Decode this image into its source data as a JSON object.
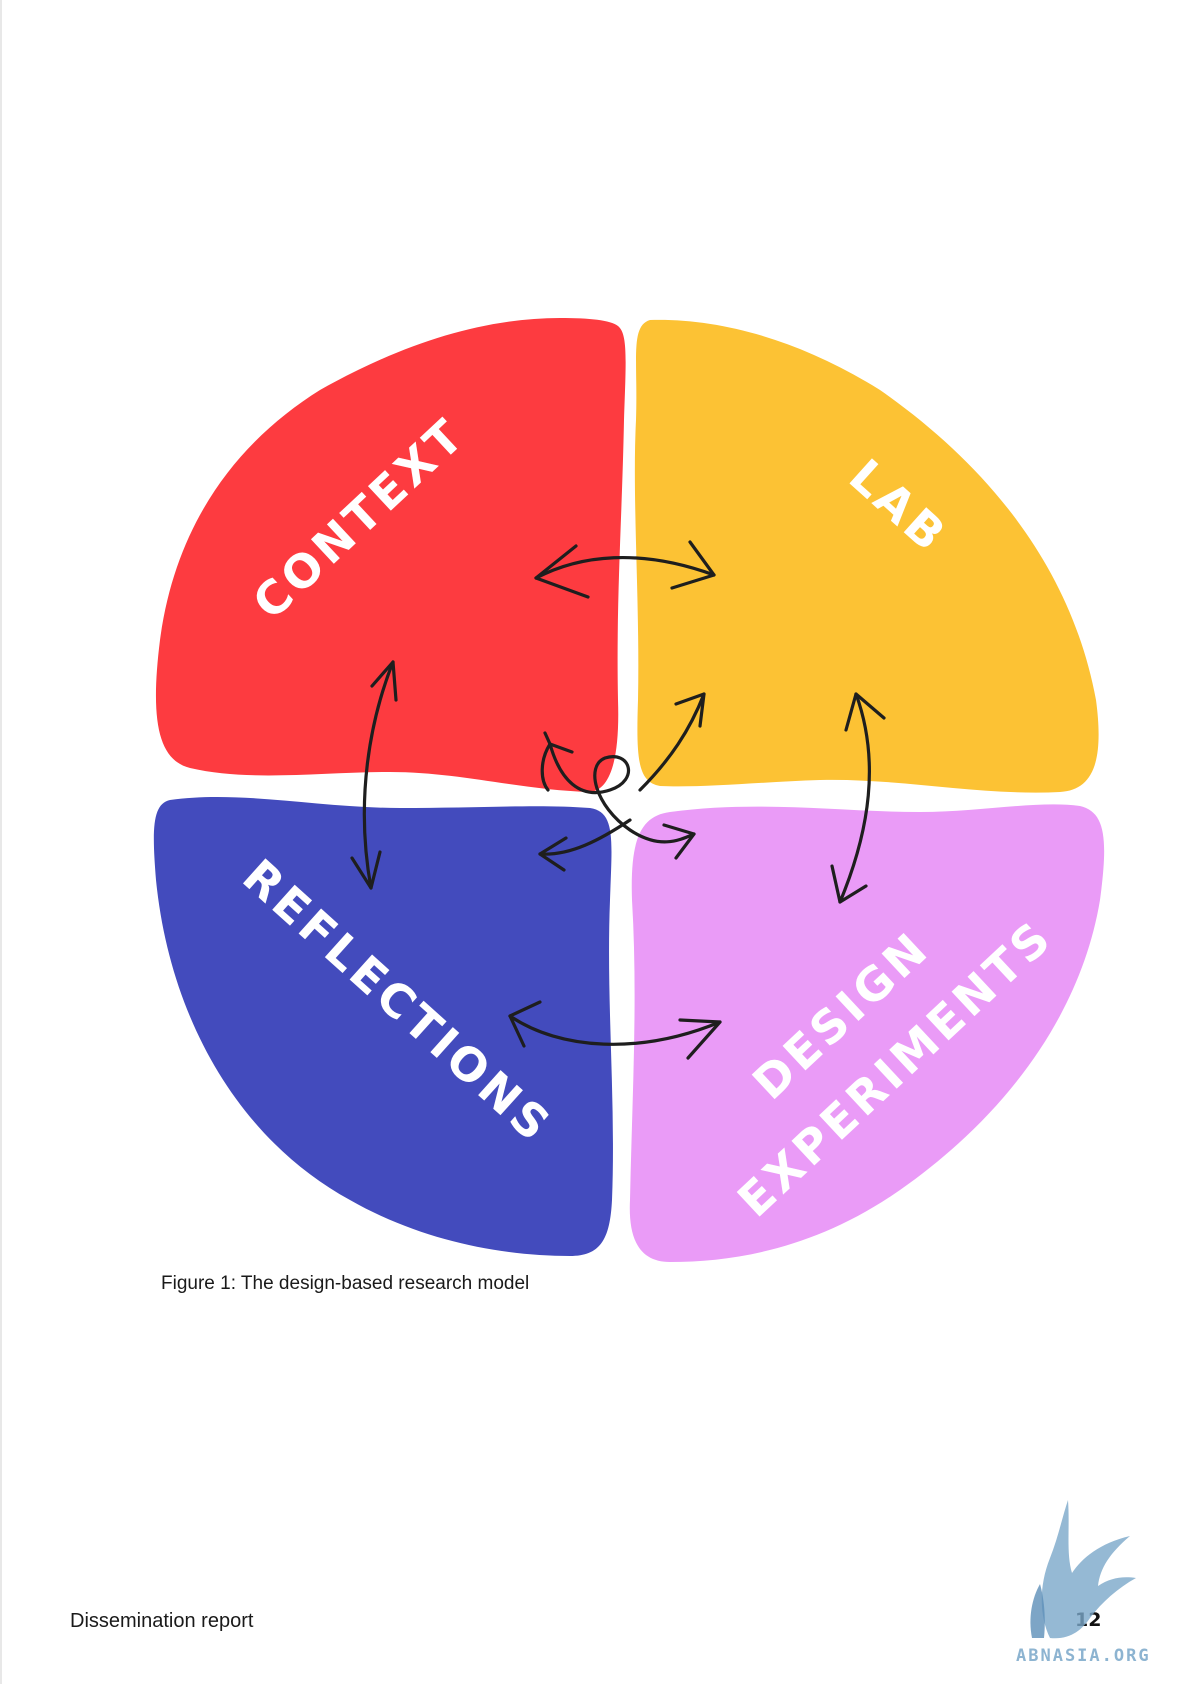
{
  "diagram": {
    "quadrants": [
      {
        "id": "context",
        "label": "CONTEXT",
        "color": "#fd3b40"
      },
      {
        "id": "lab",
        "label": "LAB",
        "color": "#fcc234"
      },
      {
        "id": "reflections",
        "label": "REFLECTIONS",
        "color": "#434bbd"
      },
      {
        "id": "design_experiments",
        "label_line1": "DESIGN",
        "label_line2": "EXPERIMENTS",
        "color": "#ea9bf7"
      }
    ],
    "arrow_color": "#1e1e1e"
  },
  "caption": "Figure 1: The design-based research model",
  "footer": {
    "title": "Dissemination report",
    "page_number": "12"
  },
  "watermark": {
    "text": "ABNASIA.ORG",
    "icon": "winged-figure-icon",
    "color": "#7aa7c9"
  }
}
